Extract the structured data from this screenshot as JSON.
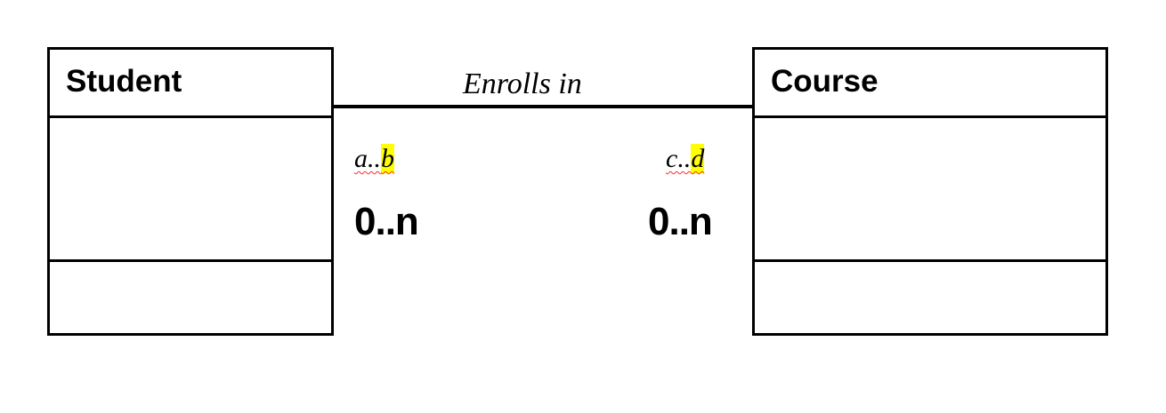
{
  "diagram": {
    "type": "uml-class-diagram",
    "background_color": "#FFFFFF",
    "line_color": "#000000",
    "highlight_color": "#FFFF00",
    "spellcheck_underline_color": "#FF2A2A"
  },
  "classes": [
    {
      "name": "Student",
      "compartments": 3,
      "attributes": [],
      "operations": []
    },
    {
      "name": "Course",
      "compartments": 3,
      "attributes": [],
      "operations": []
    }
  ],
  "association": {
    "label": "Enrolls in",
    "source_class": "Student",
    "target_class": "Course",
    "source_multiplicity": {
      "generic": {
        "prefix": "a..",
        "highlighted": "b",
        "full": "a..b"
      },
      "concrete": "0..n"
    },
    "target_multiplicity": {
      "generic": {
        "prefix": "c..",
        "highlighted": "d",
        "full": "c..d"
      },
      "concrete": "0..n"
    }
  }
}
